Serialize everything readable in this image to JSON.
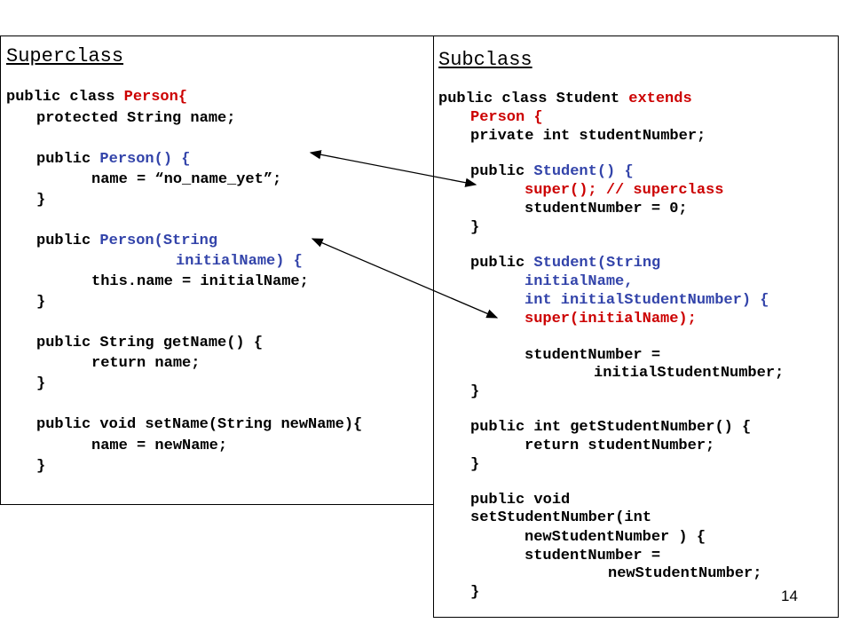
{
  "colors": {
    "keyword": "#000000",
    "highlight": "#cc0000",
    "identifier": "#3344aa",
    "text": "#000000"
  },
  "superclass": {
    "heading": "Superclass",
    "lines": [
      [
        [
          "public class ",
          "k"
        ],
        [
          "Person{",
          "r"
        ]
      ],
      [
        [
          "protected String name;",
          "k"
        ]
      ],
      [
        [
          "public ",
          "k"
        ],
        [
          "Person() {",
          "b"
        ]
      ],
      [
        [
          "name = “no_name_yet”;",
          "k"
        ]
      ],
      [
        [
          "}",
          "k"
        ]
      ],
      [
        [
          "public ",
          "k"
        ],
        [
          "Person(String",
          "b"
        ]
      ],
      [
        [
          "initialName) {",
          "b"
        ]
      ],
      [
        [
          "this.name = initialName;",
          "k"
        ]
      ],
      [
        [
          "}",
          "k"
        ]
      ],
      [
        [
          "public String getName() {",
          "k"
        ]
      ],
      [
        [
          "return name;",
          "k"
        ]
      ],
      [
        [
          "}",
          "k"
        ]
      ],
      [
        [
          "public void setName(String newName){",
          "k"
        ]
      ],
      [
        [
          "name = newName;",
          "k"
        ]
      ],
      [
        [
          "}",
          "k"
        ]
      ]
    ]
  },
  "subclass": {
    "heading": "Subclass",
    "lines": [
      [
        [
          "public class Student ",
          "k"
        ],
        [
          "extends",
          "r"
        ]
      ],
      [
        [
          "Person {",
          "r"
        ]
      ],
      [
        [
          "private int studentNumber;",
          "k"
        ]
      ],
      [
        [
          "public ",
          "k"
        ],
        [
          "Student() {",
          "b"
        ]
      ],
      [
        [
          "super(); // superclass",
          "r"
        ]
      ],
      [
        [
          "studentNumber = 0;",
          "k"
        ]
      ],
      [
        [
          "}",
          "k"
        ]
      ],
      [
        [
          "public ",
          "k"
        ],
        [
          "Student(String",
          "b"
        ]
      ],
      [
        [
          "initialName,",
          "b"
        ]
      ],
      [
        [
          "int initialStudentNumber) {",
          "b"
        ]
      ],
      [
        [
          "super(initialName);",
          "r"
        ]
      ],
      [
        [
          "studentNumber =",
          "k"
        ]
      ],
      [
        [
          "initialStudentNumber;",
          "k"
        ]
      ],
      [
        [
          "}",
          "k"
        ]
      ],
      [
        [
          "public int getStudentNumber() {",
          "k"
        ]
      ],
      [
        [
          "return studentNumber;",
          "k"
        ]
      ],
      [
        [
          "}",
          "k"
        ]
      ],
      [
        [
          "public void",
          "k"
        ]
      ],
      [
        [
          "setStudentNumber(int",
          "k"
        ]
      ],
      [
        [
          "newStudentNumber ) {",
          "k"
        ]
      ],
      [
        [
          "studentNumber =",
          "k"
        ]
      ],
      [
        [
          "newStudentNumber;",
          "k"
        ]
      ],
      [
        [
          "}",
          "k"
        ]
      ]
    ]
  },
  "page_number": "14"
}
